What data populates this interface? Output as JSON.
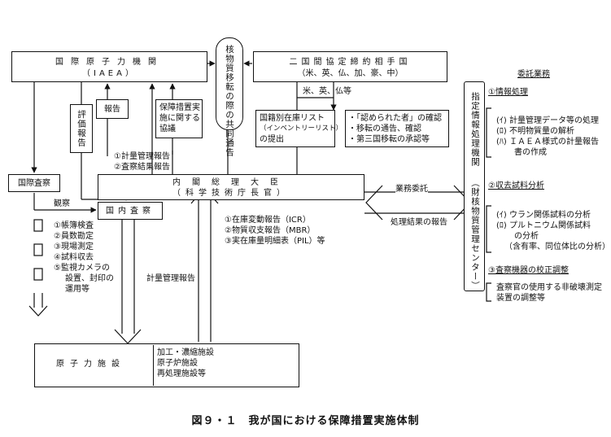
{
  "iaea": {
    "name": "国際原子力機関",
    "abbr": "（IAEA）"
  },
  "nuclear_transfer_notice": "核物質移転の際の共同通告",
  "partner_countries": {
    "name": "二国間協定締約相手国",
    "list": "（米、英、仏、加、豪、中）"
  },
  "partner_countries_label": "米、英、仏等",
  "evaluation_report": "評価報告",
  "report": "報告",
  "safeguards_agreement": "保障措置実施に関する協議",
  "inventory_list": {
    "line1": "国籍別在庫リスト",
    "line2": "（インベントリーリスト）",
    "line3": "の提出"
  },
  "confirmations": [
    "・「認められた者」の確認",
    "・移転の通告、確認",
    "・第三国移転の承認等"
  ],
  "international_inspection": "国際査察",
  "reports_to_iaea": [
    "①計量管理報告",
    "②査察結果報告"
  ],
  "prime_minister": {
    "name": "内閣総理大臣",
    "sub": "（科学技術庁長官）"
  },
  "business_commission": "業務委託",
  "processing_result_report": "処理結果の報告",
  "observation": "観察",
  "domestic_inspection": "国内査察",
  "inspection_items": [
    "①帳簿検査",
    "②員数勘定",
    "③現場測定",
    "④試料収去",
    "⑤監視カメラの",
    "設置、封印の",
    "運用等"
  ],
  "operator_reports": [
    "①在庫変動報告（ICR）",
    "②物質収支報告（MBR）",
    "③実在庫量明細表（PIL）等"
  ],
  "accounting_report": "計量管理報告",
  "nuclear_facility": {
    "name": "原子力施設",
    "types": [
      "加工・濃縮施設",
      "原子炉施設",
      "再処理施設等"
    ]
  },
  "designated_center": {
    "name": "指定情報処理機関",
    "sub": "（財核物質管理センター）"
  },
  "commissioned_work": {
    "title": "委託業務",
    "info_processing": {
      "heading": "①情報処理",
      "items": [
        "(ｲ) 計量管理データ等の処理",
        "(ﾛ) 不明物質量の解析",
        "(ﾊ) ＩＡＥＡ様式の計量報告",
        "書の作成"
      ]
    },
    "sample_analysis": {
      "heading": "②収去試料分析",
      "items": [
        "(ｲ) ウラン関係試料の分析",
        "(ﾛ) プルトニウム関係試料",
        "の分析",
        "（含有率、同位体比の分析）"
      ]
    },
    "equipment_calibration": {
      "heading": "③査察機器の校正調整",
      "items": [
        "査察官の使用する非破壊測定",
        "装置の調整等"
      ]
    }
  },
  "caption": "図９・１　我が国における保障措置実施体制"
}
